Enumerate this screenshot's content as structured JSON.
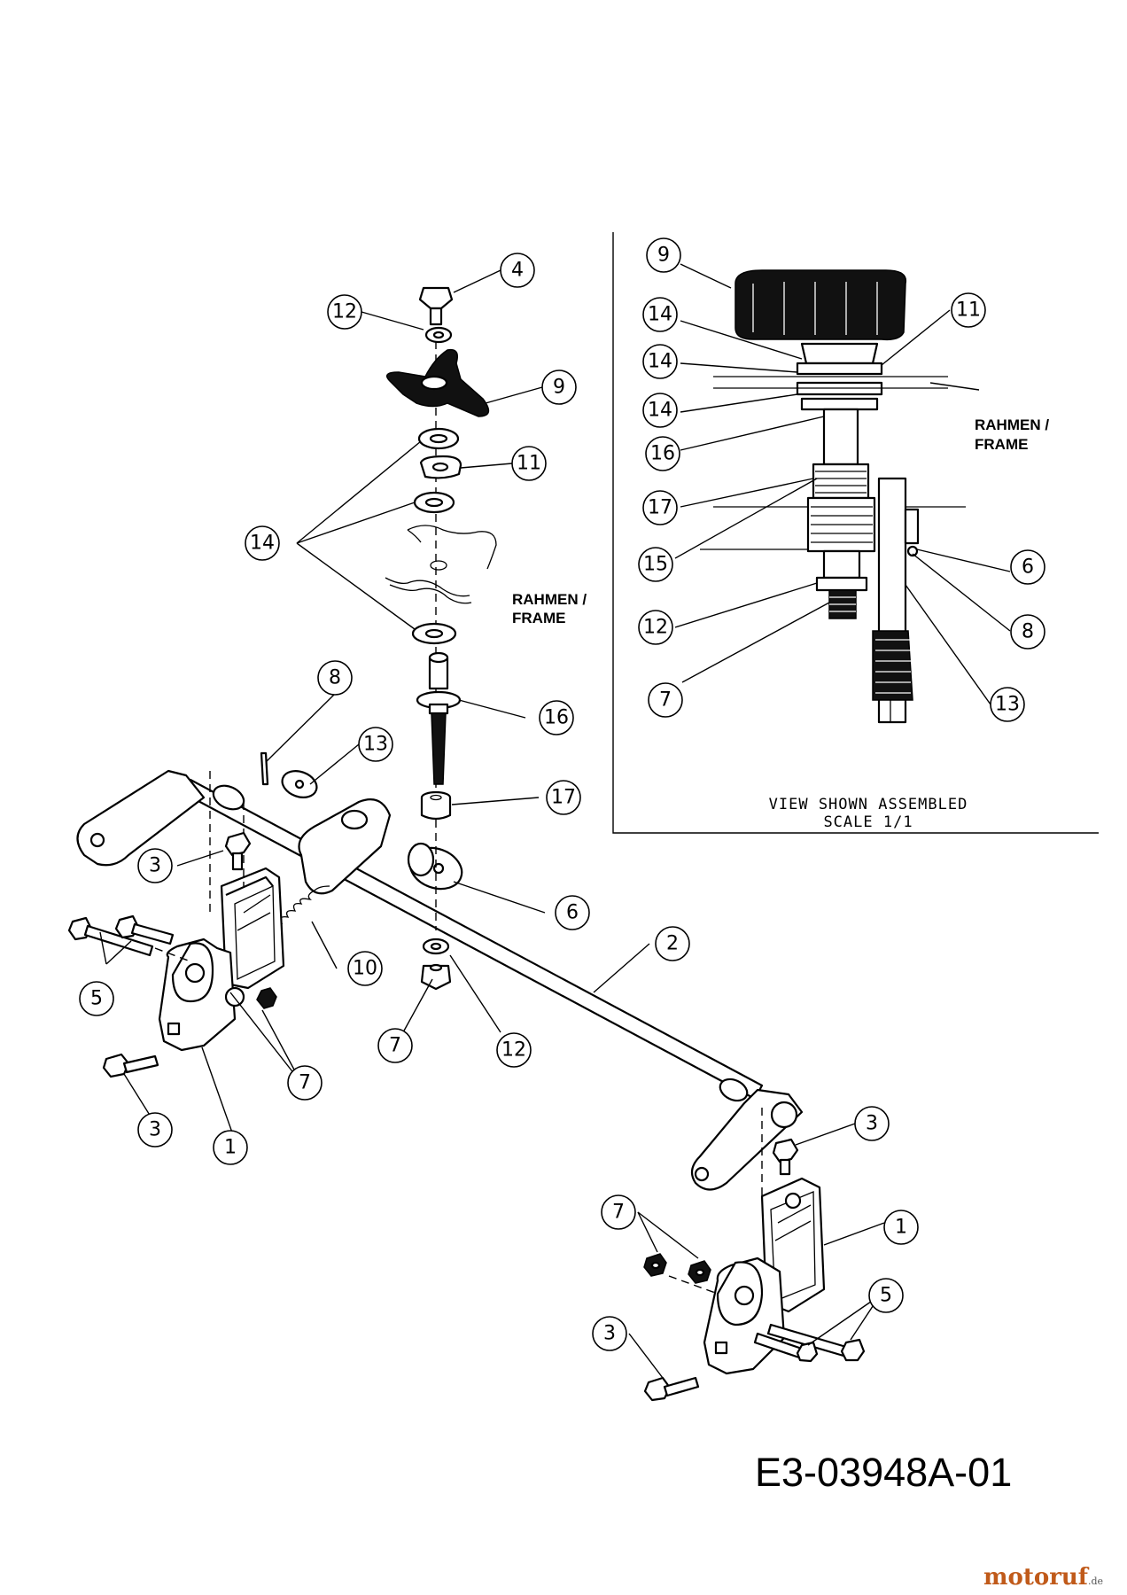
{
  "callouts_main": [
    {
      "id": "c4",
      "label": "4"
    },
    {
      "id": "c12a",
      "label": "12"
    },
    {
      "id": "c9",
      "label": "9"
    },
    {
      "id": "c11",
      "label": "11"
    },
    {
      "id": "c14",
      "label": "14"
    },
    {
      "id": "c8",
      "label": "8"
    },
    {
      "id": "c13",
      "label": "13"
    },
    {
      "id": "c16",
      "label": "16"
    },
    {
      "id": "c17",
      "label": "17"
    },
    {
      "id": "c3a",
      "label": "3"
    },
    {
      "id": "c6",
      "label": "6"
    },
    {
      "id": "c10",
      "label": "10"
    },
    {
      "id": "c2",
      "label": "2"
    },
    {
      "id": "c5a",
      "label": "5"
    },
    {
      "id": "c7a",
      "label": "7"
    },
    {
      "id": "c12b",
      "label": "12"
    },
    {
      "id": "c7b",
      "label": "7"
    },
    {
      "id": "c3b",
      "label": "3"
    },
    {
      "id": "c1a",
      "label": "1"
    },
    {
      "id": "c3c",
      "label": "3"
    },
    {
      "id": "c1b",
      "label": "1"
    },
    {
      "id": "c7c",
      "label": "7"
    },
    {
      "id": "c5b",
      "label": "5"
    },
    {
      "id": "c3d",
      "label": "3"
    }
  ],
  "callouts_inset": [
    {
      "id": "i9",
      "label": "9"
    },
    {
      "id": "i14a",
      "label": "14"
    },
    {
      "id": "i11",
      "label": "11"
    },
    {
      "id": "i14b",
      "label": "14"
    },
    {
      "id": "i14c",
      "label": "14"
    },
    {
      "id": "i16",
      "label": "16"
    },
    {
      "id": "i17",
      "label": "17"
    },
    {
      "id": "i15",
      "label": "15"
    },
    {
      "id": "i6",
      "label": "6"
    },
    {
      "id": "i12",
      "label": "12"
    },
    {
      "id": "i8",
      "label": "8"
    },
    {
      "id": "i7",
      "label": "7"
    },
    {
      "id": "i13",
      "label": "13"
    }
  ],
  "frame_label_main": {
    "line1": "RAHMEN /",
    "line2": "FRAME"
  },
  "frame_label_inset": {
    "line1": "RAHMEN /",
    "line2": "FRAME"
  },
  "inset_caption": {
    "line1": "VIEW SHOWN ASSEMBLED",
    "line2": "SCALE 1/1"
  },
  "drawing_number": "E3-03948A-01",
  "watermark": {
    "brand": "motoruf",
    "tld": ".de"
  }
}
